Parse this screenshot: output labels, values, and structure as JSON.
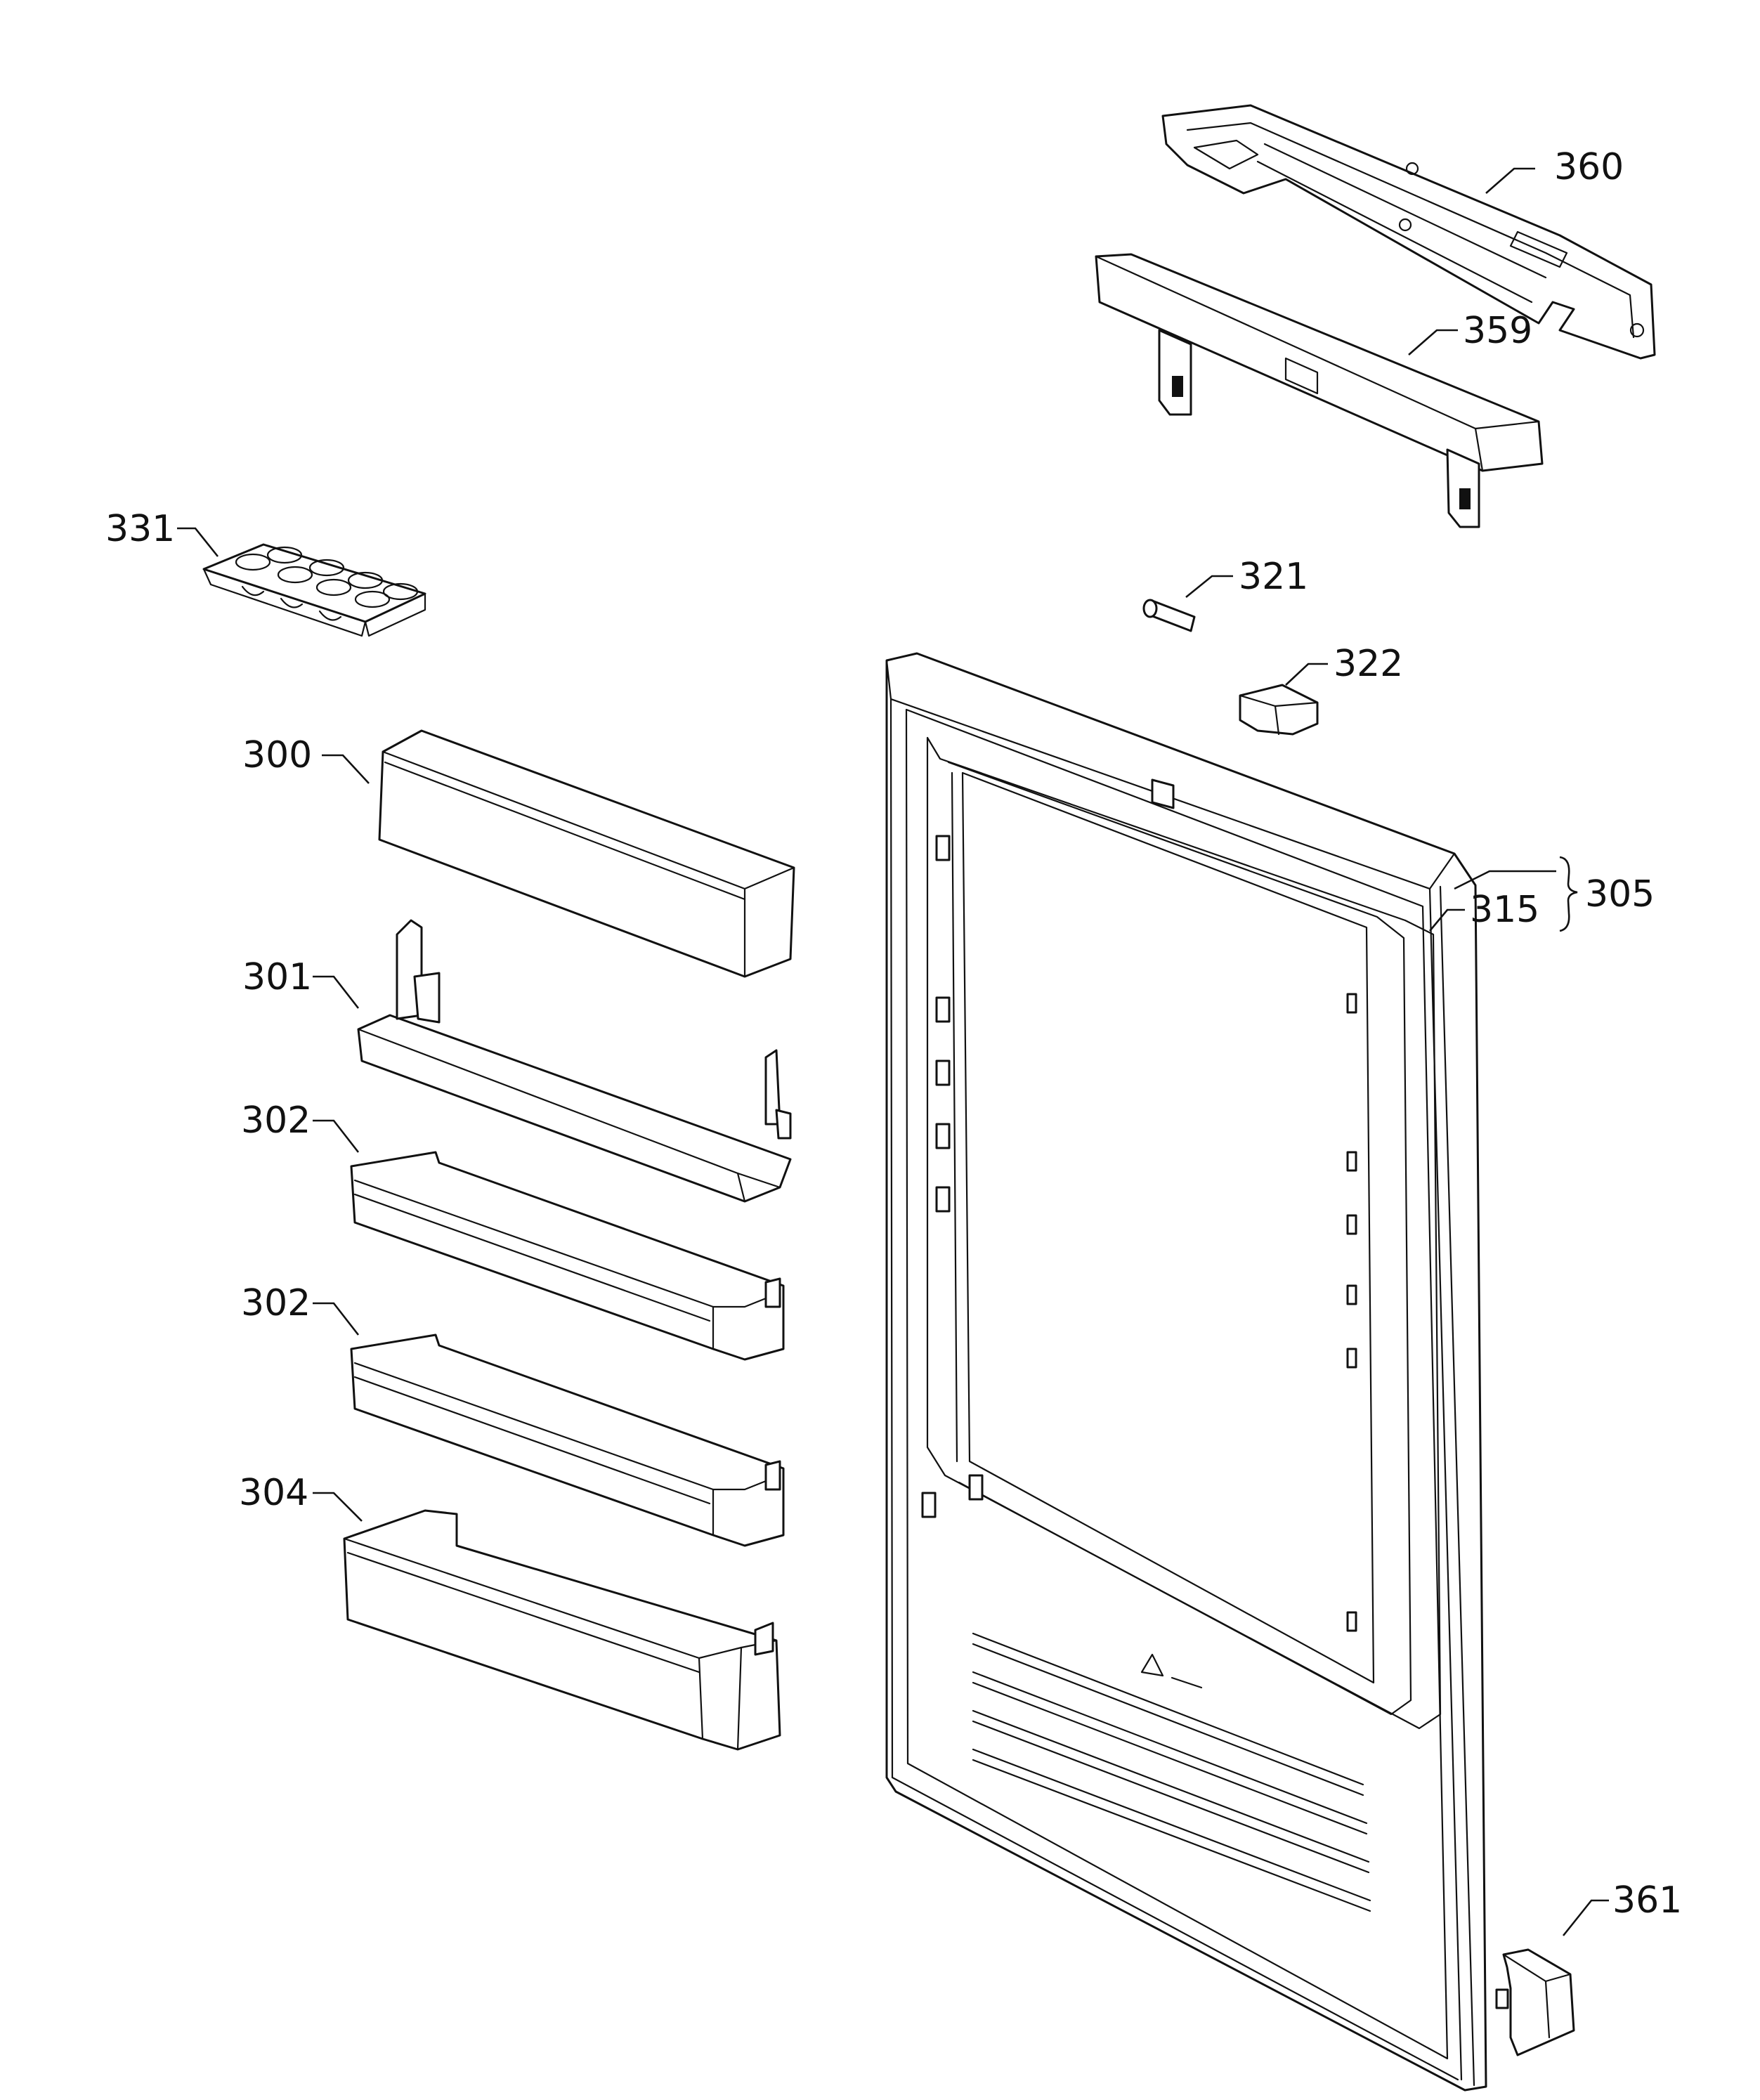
{
  "labels": {
    "p300": "300",
    "p301": "301",
    "p302a": "302",
    "p302b": "302",
    "p304": "304",
    "p305": "305",
    "p315": "315",
    "p321": "321",
    "p322": "322",
    "p331": "331",
    "p359": "359",
    "p360": "360",
    "p361": "361"
  },
  "colors": {
    "line": "#111111",
    "background": "#ffffff"
  }
}
